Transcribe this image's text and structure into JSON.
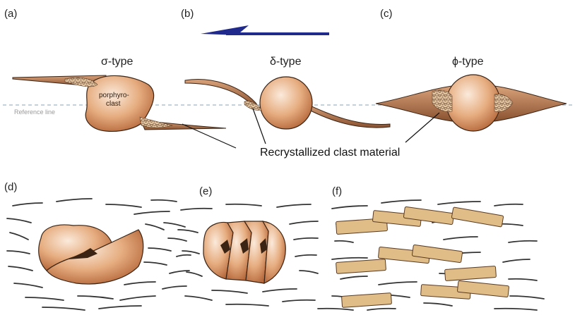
{
  "panels": {
    "a": {
      "label": "(a)",
      "type_label": "σ-type"
    },
    "b": {
      "label": "(b)",
      "type_label": "δ-type"
    },
    "c": {
      "label": "(c)",
      "type_label": "ϕ-type"
    },
    "d": {
      "label": "(d)"
    },
    "e": {
      "label": "(e)"
    },
    "f": {
      "label": "(f)"
    }
  },
  "porphyroclast_label": [
    "porphyro-",
    "clast"
  ],
  "reference_line_label": "Reference line",
  "callout_label": "Recrystallized clast material",
  "colors": {
    "shear_arrow": "#1f2a8c",
    "clast_light": "#f8e6d4",
    "clast_dark": "#b86a3a",
    "outline": "#3b2414",
    "lath_fill": "#e0bd86",
    "foliation": "#333333",
    "reference_line": "#8aa0b4"
  }
}
